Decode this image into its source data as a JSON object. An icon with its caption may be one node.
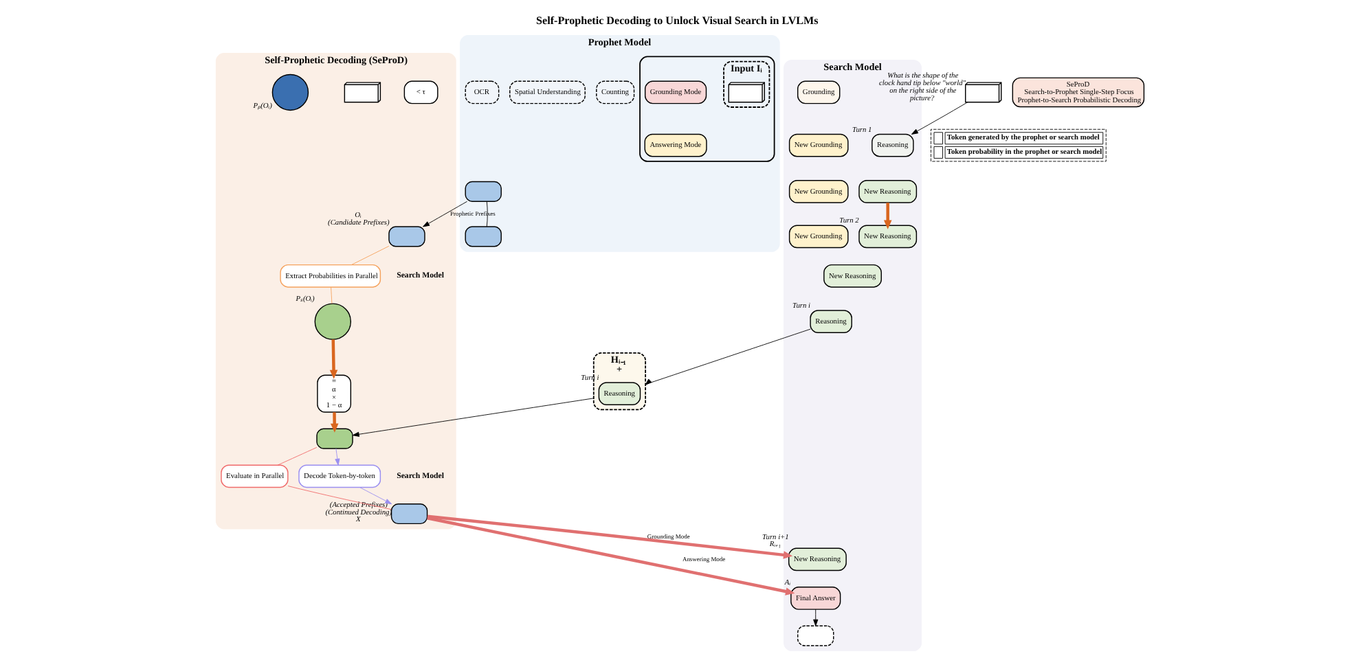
{
  "diagram": {
    "title": "Self-Prophetic Decoding to Unlock Visual Search in LVLMs",
    "nodes": [
      {
        "text": [
          "Search Model"
        ]
      },
      {
        "text": [
          "Reasoning"
        ],
        "in": 0,
        "beside": [
          "Turn 1"
        ]
      },
      {
        "text": [
          "Grounding"
        ],
        "in": 0
      },
      {
        "text": [
          "New Reasoning"
        ],
        "in": 0
      },
      {
        "text": [
          "New Grounding"
        ],
        "in": 0
      },
      {
        "text": [
          "New Reasoning"
        ],
        "in": 0,
        "beside": [
          "Turn 2"
        ]
      },
      {
        "text": [
          "New Grounding"
        ],
        "in": 0
      },
      {
        "text": [
          "New Reasoning"
        ],
        "in": 0
      },
      {
        "text": [
          "New Grounding"
        ],
        "in": 0
      },
      {
        "text": [
          "New Reasoning"
        ],
        "in": 0,
        "beside": [
          "Turn i+1",
          "Rᵢ₊₁"
        ]
      },
      {
        "text": [
          "Reasoning"
        ],
        "in": 0,
        "beside": [
          "Turn i"
        ]
      },
      {
        "text": [],
        "shape": "box",
        "in": 0
      },
      {
        "text": [
          "Final Answer"
        ],
        "in": 0,
        "beside": [
          "Aᵢ"
        ]
      },
      {
        "text": [
          "SeProD",
          "Search-to-Prophet Single-Step Focus",
          "Prophet-to-Search Probabilistic Decoding"
        ]
      },
      {
        "text": [],
        "shape": "picture",
        "beside": [
          "What is the shape of the clock hand tip below \"world\" on the right side of the picture?"
        ]
      },
      {
        "text": [
          "Hᵢ₋₁",
          "+"
        ]
      },
      {
        "text": [
          "Reasoning"
        ],
        "in": 15,
        "beside": [
          "Turn i"
        ]
      },
      {
        "text": [
          "Prophet Model"
        ]
      },
      {
        "text": [],
        "shape": "box",
        "in": 17
      },
      {
        "text": [
          "Input Iᵢ"
        ],
        "in": 18
      },
      {
        "text": [],
        "shape": "picture",
        "in": 19
      },
      {
        "text": [
          "Grounding Mode"
        ],
        "in": 18
      },
      {
        "text": [
          "Answering Mode"
        ],
        "in": 18
      },
      {
        "text": [
          "Counting"
        ],
        "in": 17
      },
      {
        "text": [
          "Spatial Understanding"
        ],
        "in": 17
      },
      {
        "text": [
          "OCR"
        ],
        "in": 17
      },
      {
        "text": [],
        "shape": "box",
        "in": 17
      },
      {
        "text": [],
        "shape": "box",
        "in": 17
      },
      {
        "text": [
          "Self-Prophetic Decoding (SeProD)"
        ]
      },
      {
        "text": [],
        "shape": "box",
        "in": 28,
        "beside": [
          "(Accepted Prefixes)",
          "(Continued Decoding)",
          "X"
        ]
      },
      {
        "text": [
          "Evaluate in Parallel"
        ],
        "in": 28
      },
      {
        "text": [
          "Decode Token-by-token"
        ],
        "in": 28
      },
      {
        "text": [],
        "shape": "box",
        "in": 28
      },
      {
        "text": [
          "< τ"
        ],
        "in": 28
      },
      {
        "text": [
          "=",
          "α",
          "×",
          "1 − α"
        ],
        "in": 28
      },
      {
        "text": [],
        "shape": "picture",
        "in": 28
      },
      {
        "text": [],
        "shape": "circle",
        "in": 28,
        "beside": [
          "Pₛ(Oᵢ)"
        ]
      },
      {
        "text": [
          "Extract Probabilities in Parallel"
        ],
        "in": 28
      },
      {
        "text": [],
        "shape": "box",
        "in": 28,
        "beside": [
          "Oᵢ",
          "(Candidate Prefixes)"
        ]
      },
      {
        "text": [],
        "shape": "circle",
        "in": 28,
        "beside": [
          "Pₚ(Oᵢ)"
        ]
      }
    ],
    "edges": [
      {
        "from": 14,
        "to": 1,
        "arrow": "to"
      },
      {
        "from": 3,
        "to": 5,
        "arrow": "to",
        "style": "thick",
        "color": "#d9661f"
      },
      {
        "from": 12,
        "to": 11,
        "arrow": "to"
      },
      {
        "from": 10,
        "to": 15,
        "arrow": "to"
      },
      {
        "from": 29,
        "to": 9,
        "arrow": "to",
        "label": "Grounding Mode",
        "style": "thick",
        "color": "#e07070"
      },
      {
        "from": 29,
        "to": 12,
        "arrow": "to",
        "label": "Answering Mode",
        "style": "thick",
        "color": "#e07070"
      },
      {
        "from": 27,
        "to": 26,
        "arrow": "none"
      },
      {
        "from": 26,
        "to": 38,
        "arrow": "to",
        "label": "Prophetic Prefixes"
      },
      {
        "from": 38,
        "to": 37,
        "arrow": "none",
        "color": "#f5a25d"
      },
      {
        "from": 37,
        "to": 36,
        "arrow": "none",
        "color": "#f5a25d"
      },
      {
        "from": 36,
        "to": 34,
        "arrow": "to",
        "style": "thick",
        "color": "#d9661f"
      },
      {
        "from": 34,
        "to": 32,
        "arrow": "to",
        "style": "thick",
        "color": "#d9661f"
      },
      {
        "from": 32,
        "to": 30,
        "arrow": "none",
        "color": "#f06b6b"
      },
      {
        "from": 30,
        "to": 29,
        "arrow": "none",
        "color": "#f06b6b"
      },
      {
        "from": 32,
        "to": 31,
        "arrow": "to",
        "color": "#9a8ff0"
      },
      {
        "from": 31,
        "to": 29,
        "arrow": "to",
        "color": "#9a8ff0"
      },
      {
        "from": 15,
        "to": 32,
        "arrow": "to"
      }
    ],
    "labels": [
      "Search Model",
      "Search Model"
    ],
    "legend": [
      {
        "text": "Token generated by the prophet or search model"
      },
      {
        "text": "Token probability in the prophet or search model"
      }
    ]
  }
}
